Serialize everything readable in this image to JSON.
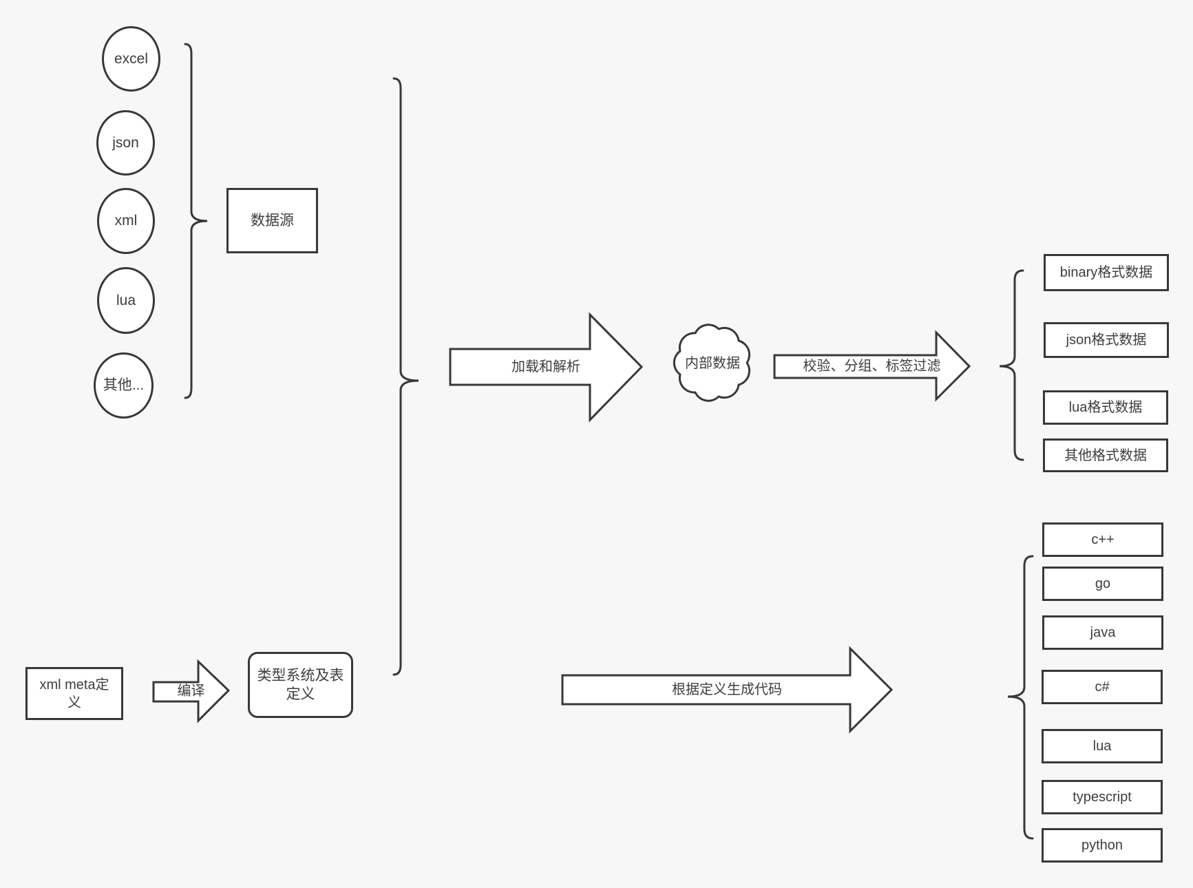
{
  "diagram": {
    "background": "#f7f7f7",
    "stroke_color": "#383838",
    "text_color": "#3d3d3d"
  },
  "sources": {
    "group_label": "数据源",
    "items": [
      "excel",
      "json",
      "xml",
      "lua",
      "其他..."
    ]
  },
  "pipeline": {
    "load_arrow_label": "加载和解析",
    "cloud_label": "内部数据",
    "filter_arrow_label": "校验、分组、标签过滤"
  },
  "data_outputs": [
    "binary格式数据",
    "json格式数据",
    "lua格式数据",
    "其他格式数据"
  ],
  "codegen": {
    "xml_meta_label": "xml meta定义",
    "compile_arrow_label": "编译",
    "type_system_label": "类型系统及表定义",
    "generate_arrow_label": "根据定义生成代码",
    "languages": [
      "c++",
      "go",
      "java",
      "c#",
      "lua",
      "typescript",
      "python"
    ]
  }
}
